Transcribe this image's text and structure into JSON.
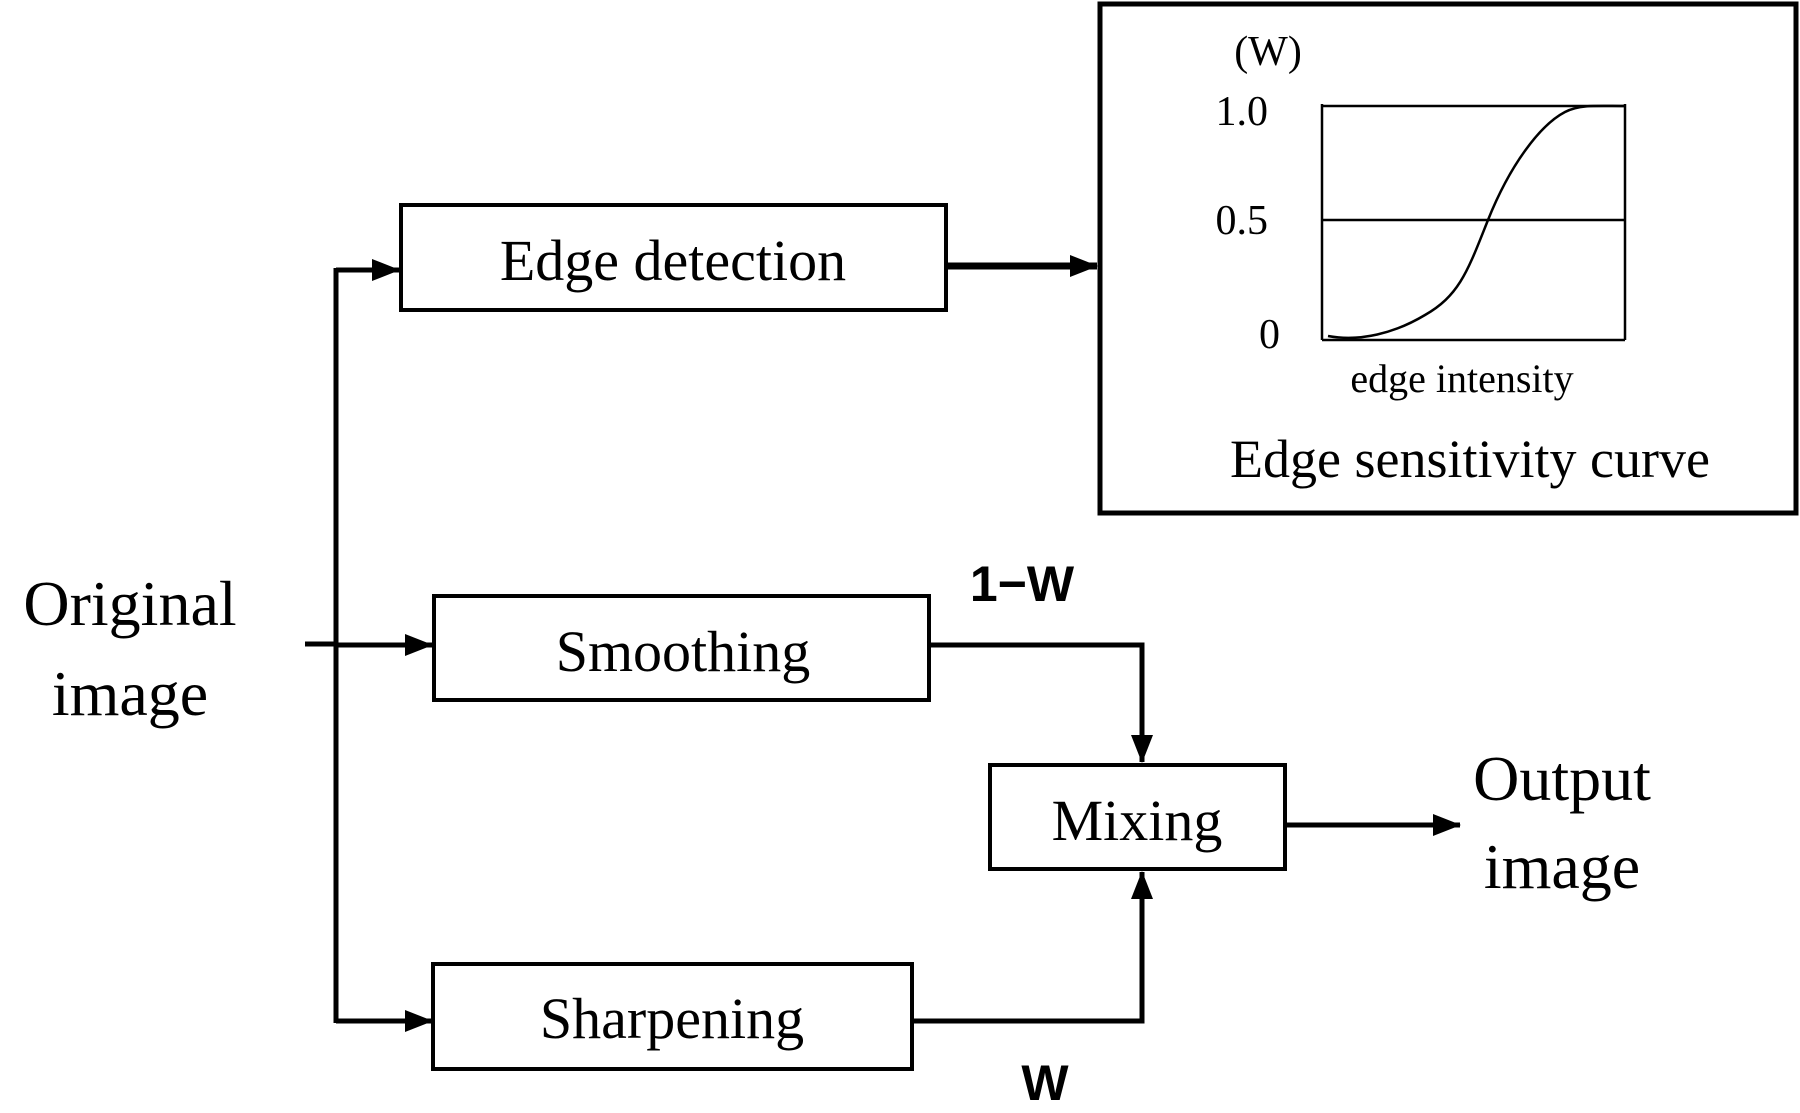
{
  "diagram": {
    "input_label": [
      "Original",
      "image"
    ],
    "output_label": [
      "Output",
      "image"
    ],
    "boxes": {
      "edge_detection": "Edge detection",
      "smoothing": "Smoothing",
      "sharpening": "Sharpening",
      "mixing": "Mixing"
    },
    "weights": {
      "smoothing": "1−W",
      "sharpening": "W"
    }
  },
  "inset": {
    "title": "Edge sensitivity curve",
    "y_axis_label": "(W)",
    "x_axis_label": "edge intensity",
    "y_ticks": [
      "1.0",
      "0.5",
      "0"
    ],
    "reference_line": 0.5,
    "curve": "sigmoid"
  }
}
